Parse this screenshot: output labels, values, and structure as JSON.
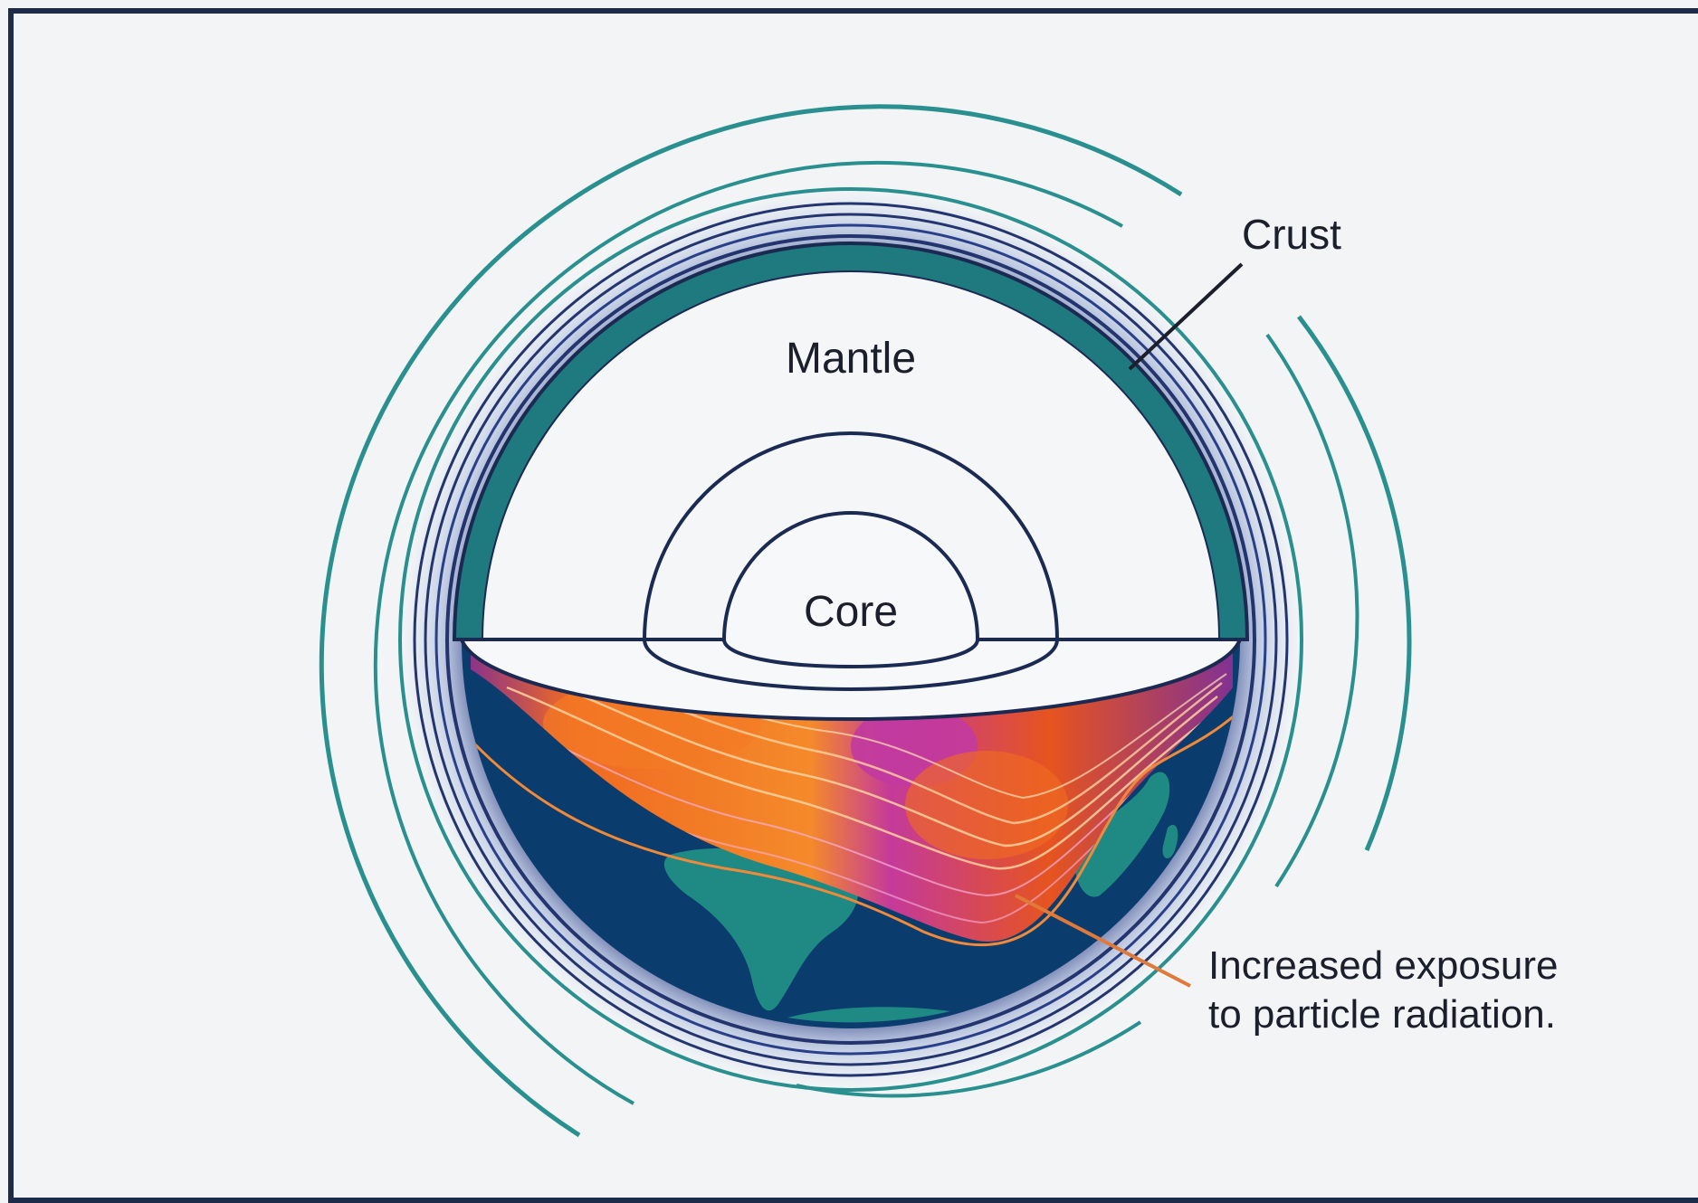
{
  "labels": {
    "crust": "Crust",
    "mantle": "Mantle",
    "core": "Core",
    "annotation_line1": "Increased exposure",
    "annotation_line2": "to particle radiation."
  },
  "colors": {
    "background": "#f2f4f6",
    "border": "#1c2b4a",
    "crust": "#1f7a80",
    "ocean": "#0b3c6e",
    "land": "#1f8a84",
    "outline": "#1b2a52",
    "field_line_teal": "#2a8f8f",
    "field_line_navy": "#23346e",
    "anomaly_magenta": "#b4348e",
    "anomaly_orange": "#f26b1d",
    "annotation_line": "#e07a3a"
  }
}
